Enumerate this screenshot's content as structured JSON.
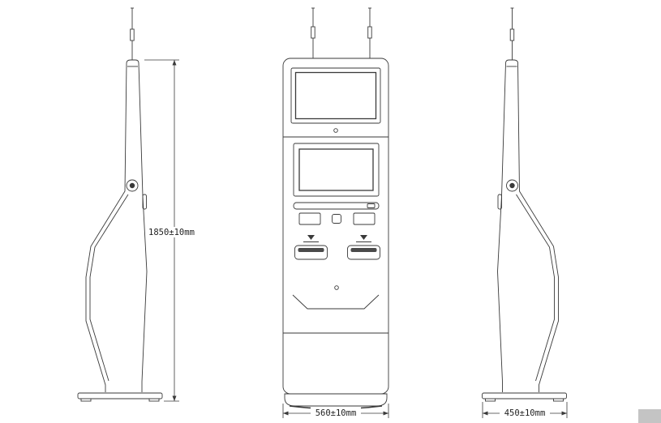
{
  "drawing": {
    "labels": {
      "height": "1850±10mm",
      "width": "560±10mm",
      "depth": "450±10mm"
    },
    "colors": {
      "line": "#3a3a3a",
      "background": "#ffffff",
      "corner_mark": "#c4c4c4"
    }
  }
}
